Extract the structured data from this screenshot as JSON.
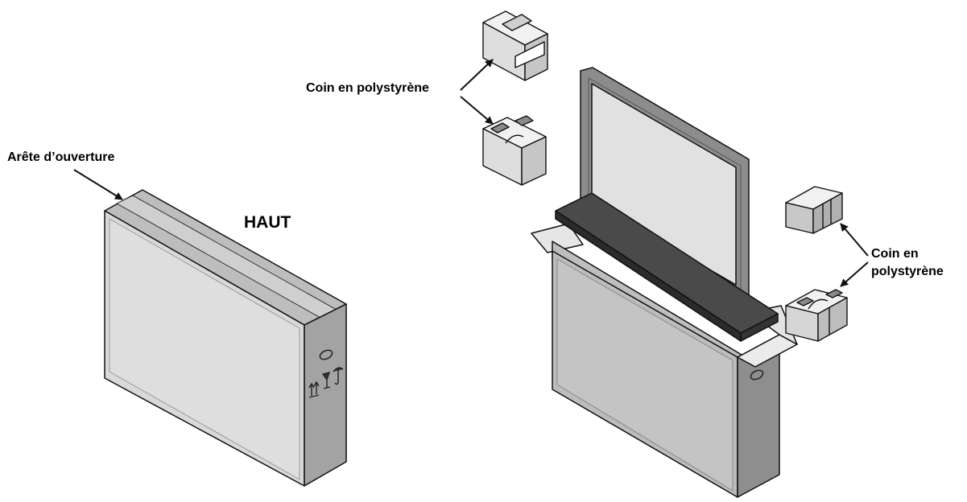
{
  "labels": {
    "opening_edge": "Arête d’ouverture",
    "top": "HAUT",
    "corner_top": "Coin en polystyrène",
    "corner_right_line1": "Coin en",
    "corner_right_line2": "polystyrène"
  },
  "colors": {
    "line": "#111111",
    "box_front": "#d9d9d9",
    "box_top": "#bdbdbd",
    "box_side": "#a3a3a3",
    "screen": "#e1e1e1",
    "bezel": "#8c8c8c",
    "dark_panel": "#4a4a4a",
    "foam": "#e9e9e9"
  },
  "icons": [
    "handle-icon",
    "fragile-glass-icon",
    "umbrella-icon",
    "this-way-up-icon"
  ]
}
